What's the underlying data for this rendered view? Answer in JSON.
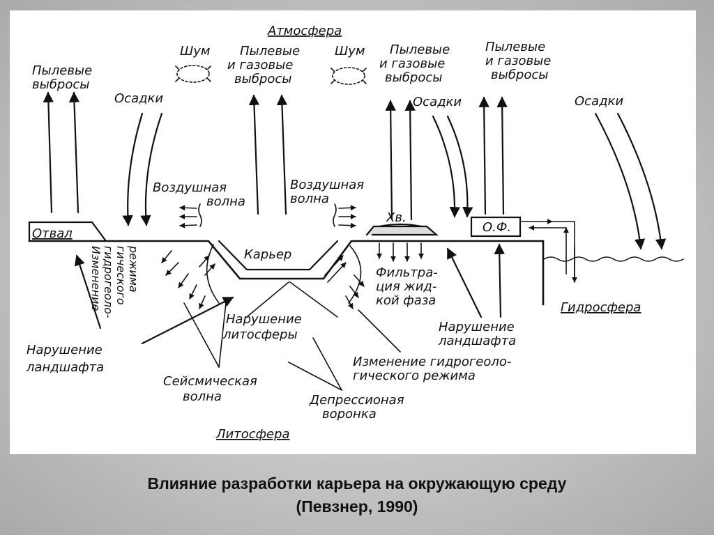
{
  "labels": {
    "atmosfera": "Атмосфера",
    "litosfera": "Литосфера",
    "gidrosfera": "Гидросфера",
    "karyer": "Карьер",
    "otval": "Отвал",
    "hv": "Хв.",
    "of": "О.Ф.",
    "pyl_left": [
      "Пылевые",
      "выбросы"
    ],
    "osadki_left": "Осадки",
    "shum_1": "Шум",
    "pyl_gaz_center": [
      "Пылевые",
      "и газовые",
      "выбросы"
    ],
    "shum_2": "Шум",
    "pyl_gaz_right1": [
      "Пылевые",
      "и газовые",
      "выбросы"
    ],
    "osadki_mid": "Осадки",
    "pyl_gaz_right2": [
      "Пылевые",
      "и газовые",
      "выбросы"
    ],
    "osadki_right": "Осадки",
    "vozd_volna_left": [
      "Воздушная",
      "волна"
    ],
    "vozd_volna_right": [
      "Воздушная",
      "волна"
    ],
    "izm_gidrogeo_vert": [
      "Изменение",
      "гидрогеоло-",
      "гического",
      "режима"
    ],
    "filtracia": [
      "Фильтра-",
      "ция жид-",
      "кой фаза"
    ],
    "narush_landsh_right": [
      "Нарушение",
      "ландшафта"
    ],
    "narush_landsh_left": [
      "Нарушение",
      "ландшафта"
    ],
    "narush_lito": [
      "Нарушение",
      "литосферы"
    ],
    "izm_gidrogeo": [
      "Изменение гидрогеоло-",
      "гического режима"
    ],
    "seism_volna": [
      "Сейсмическая",
      "волна"
    ],
    "depress_voronka": [
      "Депрессионая",
      "воронка"
    ]
  },
  "caption": {
    "line1": "Влияние разработки карьера на окружающую среду",
    "line2": "(Певзнер, 1990)"
  }
}
